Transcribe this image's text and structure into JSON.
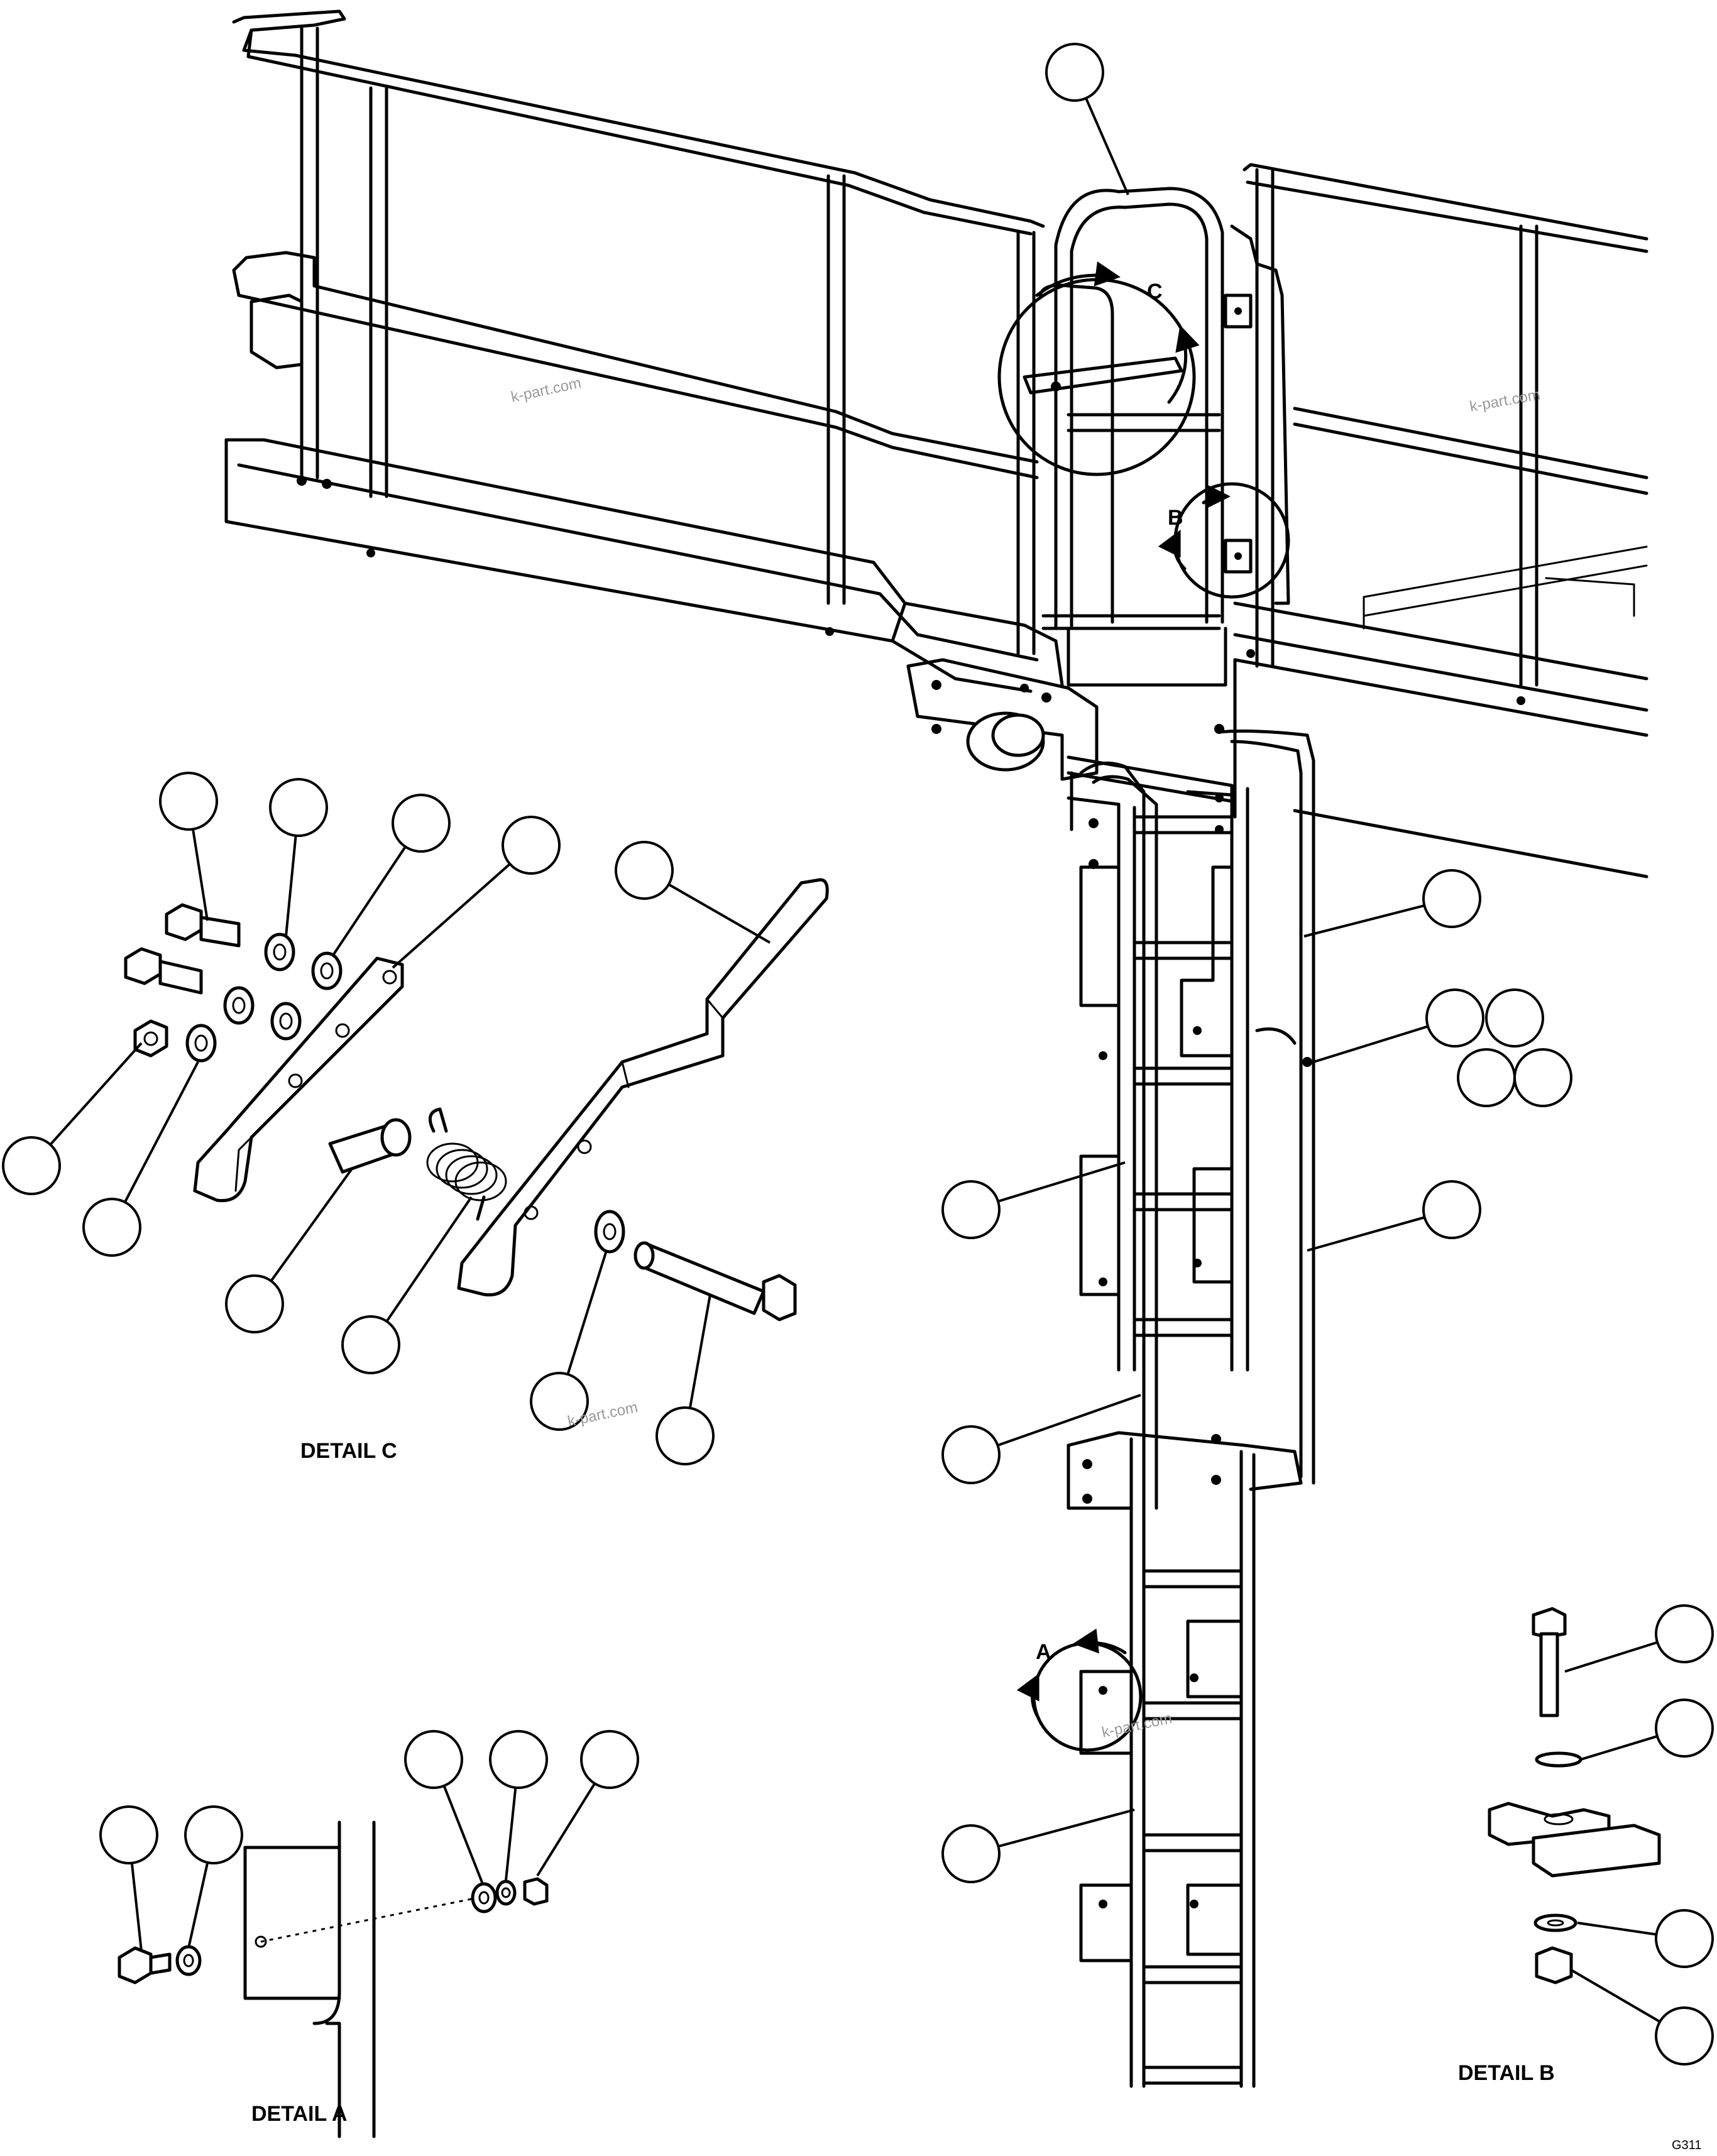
{
  "detail_labels": {
    "detail_c": "DETAIL C",
    "detail_a": "DETAIL A",
    "detail_b": "DETAIL B"
  },
  "view_markers": {
    "a": "A",
    "b": "B",
    "c": "C"
  },
  "watermarks": [
    "k-part.com",
    "k-part.com",
    "k-part.com",
    "k-part.com"
  ],
  "drawing_code": "G311",
  "icons": {
    "callout_bubble": "empty-callout-circle",
    "view_arrow": "detail-view-arrow"
  }
}
